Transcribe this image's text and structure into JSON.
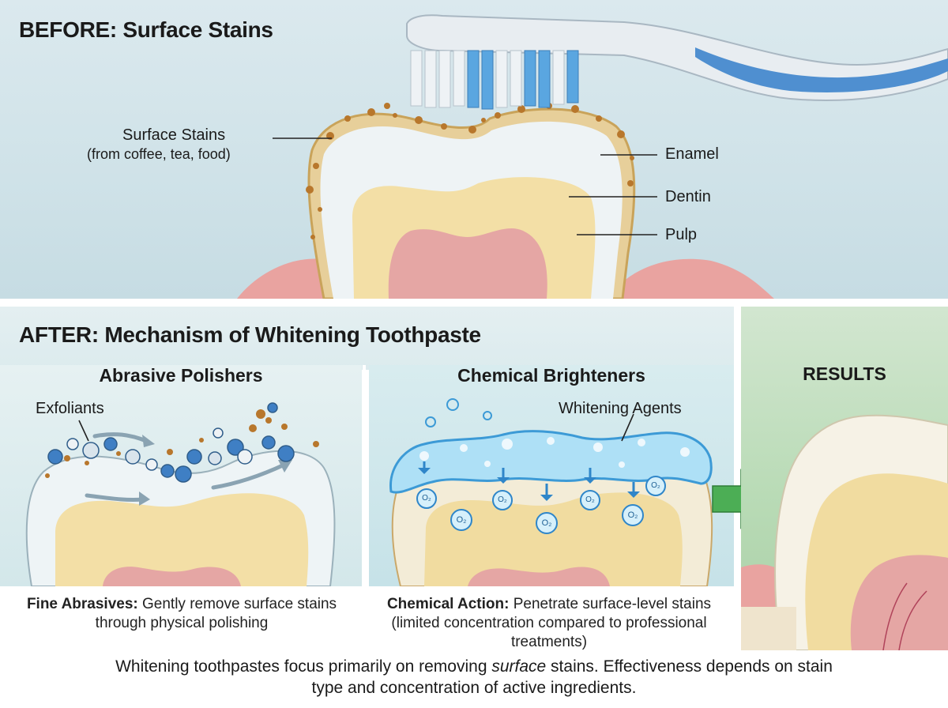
{
  "before": {
    "title": "BEFORE: Surface Stains",
    "labels": {
      "surface_stains": "Surface Stains",
      "surface_stains_sub": "(from coffee, tea, food)",
      "enamel": "Enamel",
      "dentin": "Dentin",
      "pulp": "Pulp"
    }
  },
  "after": {
    "title": "AFTER: Mechanism of Whitening Toothpaste",
    "abrasive": {
      "title": "Abrasive Polishers",
      "label": "Exfoliants",
      "caption_bold": "Fine Abrasives:",
      "caption_rest": "Gently remove surface stains through physical polishing"
    },
    "chemical": {
      "title": "Chemical Brighteners",
      "label": "Whitening Agents",
      "oxygen_label": "O₂",
      "caption_bold": "Chemical Action:",
      "caption_rest": "Penetrate surface-level stains (limited concentration compared to professional treatments)"
    },
    "results": {
      "title": "RESULTS"
    }
  },
  "footer": {
    "part1": "Whitening toothpastes focus primarily on removing ",
    "emphasis": "surface",
    "part2": " stains. Effectiveness depends on stain type and concentration of active ingredients."
  }
}
